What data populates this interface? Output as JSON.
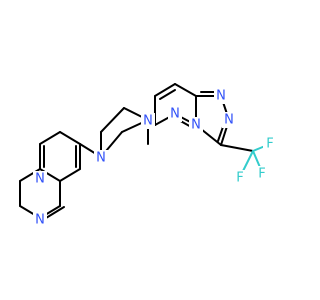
{
  "colors": {
    "nitrogen": "#3050F8",
    "fluorine": "#33CCCC",
    "carbon": "#000000",
    "background": "#FFFFFF"
  },
  "atoms": {
    "n_pyrimidine_1": "N",
    "n_pyrimidine_2": "N",
    "n_piperazine_1": "N",
    "n_piperazine_2": "N",
    "n_pyridazine": "N",
    "n_triazole_fused": "N",
    "n_triazole_1": "N",
    "n_triazole_2": "N",
    "f_1": "F",
    "f_2": "F",
    "f_3": "F"
  }
}
